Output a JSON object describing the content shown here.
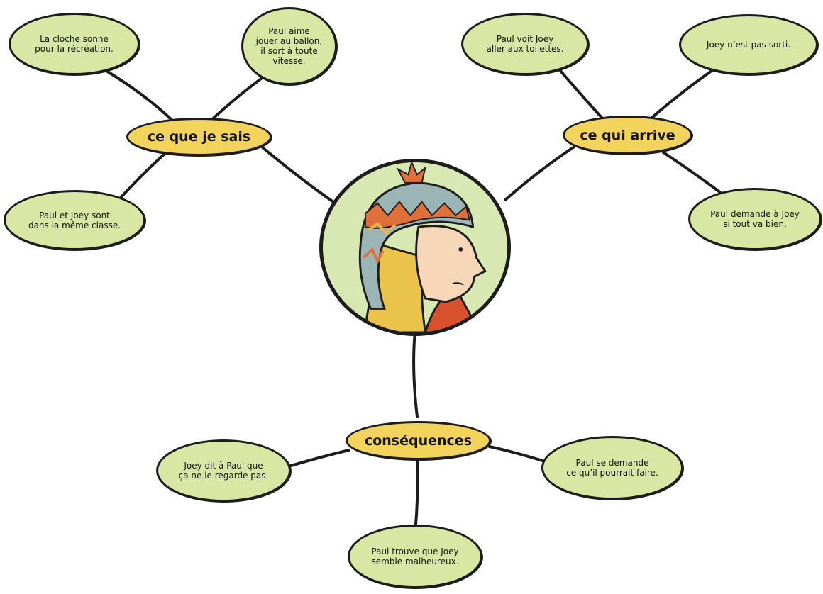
{
  "hubs": {
    "know": "ce que je sais",
    "happens": "ce qui arrive",
    "consequences": "conséquences"
  },
  "bubbles": {
    "bell": "La cloche sonne\npour la récréation.",
    "ball": "Paul aime\njouer au ballon;\nil sort à toute\nvitesse.",
    "class": "Paul et Joey sont\ndans la même classe.",
    "toilets": "Paul voit Joey\naller aux toilettes.",
    "not_out": "Joey n’est pas sorti.",
    "asks": "Paul demande à Joey\nsi tout va bien.",
    "none_business": "Joey dit à Paul que\nça ne le regarde pas.",
    "wonders": "Paul se demande\nce qu’il pourrait faire.",
    "unhappy": "Paul trouve que Joey\nsemble malheureux."
  },
  "colors": {
    "bubble_fill": "#d8e8a4",
    "hub_fill": "#f2d35c",
    "outline": "#1c1c1c",
    "portrait_bg": "#d7e8b3"
  }
}
